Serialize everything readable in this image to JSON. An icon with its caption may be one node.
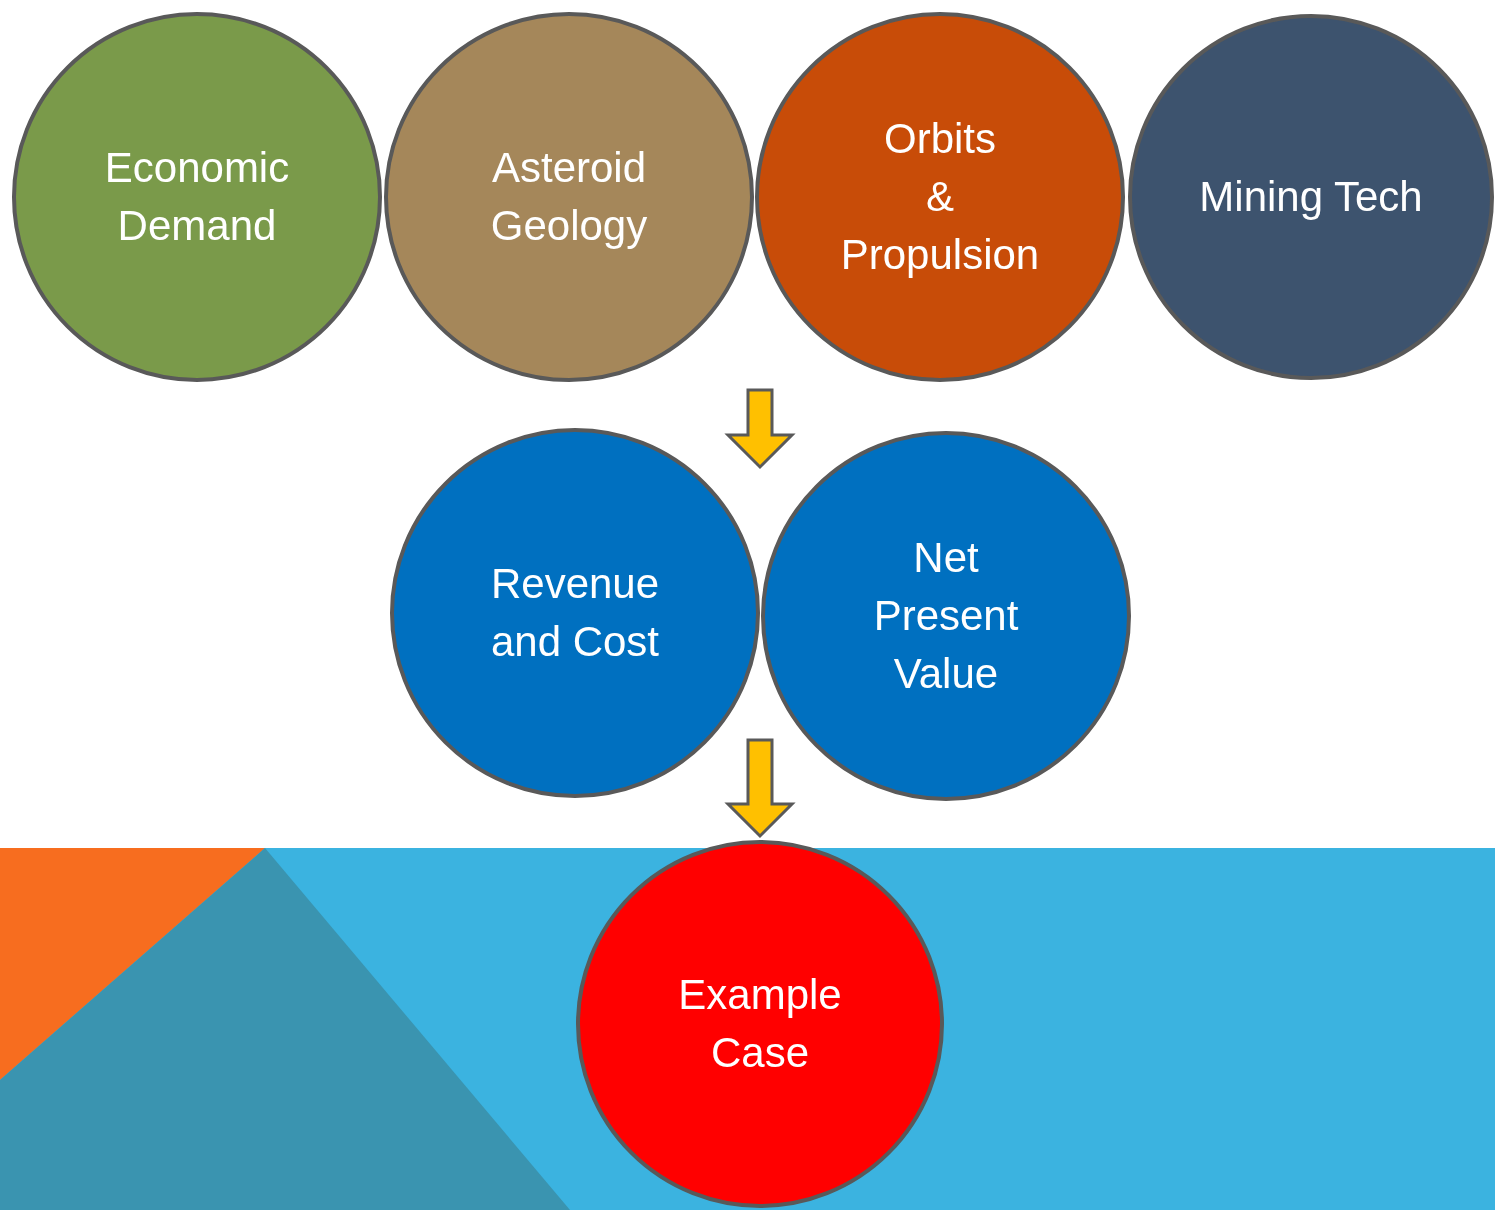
{
  "diagram": {
    "nodes": [
      {
        "text": [
          "Economic Demand"
        ]
      },
      {
        "text": [
          "Asteroid Geology"
        ]
      },
      {
        "text": [
          "Orbits & Propulsion"
        ]
      },
      {
        "text": [
          "Mining Tech"
        ]
      },
      {
        "text": [
          "Revenue and Cost"
        ]
      },
      {
        "text": [
          "Net Present Value"
        ]
      },
      {
        "text": [
          "Example Case"
        ]
      }
    ],
    "edges": [
      {
        "from": 2,
        "to": 4,
        "arrow": "to"
      },
      {
        "from": 4,
        "to": 6,
        "arrow": "to"
      }
    ]
  }
}
